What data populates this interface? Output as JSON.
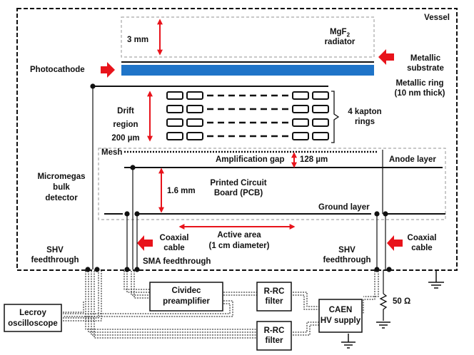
{
  "labels": {
    "vessel": "Vessel",
    "radiator_gap": "3 mm",
    "radiator_l1": "MgF",
    "radiator_sub": "2",
    "radiator_l2": "radiator",
    "photocathode": "Photocathode",
    "substrate_l1": "Metallic",
    "substrate_l2": "substrate",
    "ring_l1": "Metallic ring",
    "ring_l2": "(10 nm thick)",
    "drift_l1": "Drift",
    "drift_l2": "region",
    "drift_l3": "200 µm",
    "kapton_l1": "4 kapton",
    "kapton_l2": "rings",
    "mesh": "Mesh",
    "amp_gap": "Amplification gap",
    "amp_size": "128 µm",
    "anode": "Anode layer",
    "micromegas_l1": "Micromegas",
    "micromegas_l2": "bulk",
    "micromegas_l3": "detector",
    "pcb_gap": "1.6 mm",
    "pcb_l1": "Printed Circuit",
    "pcb_l2": "Board (PCB)",
    "ground": "Ground layer",
    "coax_left_l1": "Coaxial",
    "coax_left_l2": "cable",
    "active_l1": "Active area",
    "active_l2": "(1 cm diameter)",
    "coax_right_l1": "Coaxial",
    "coax_right_l2": "cable",
    "shv_left_l1": "SHV",
    "shv_left_l2": "feedthrough",
    "sma": "SMA feedthrough",
    "shv_right_l1": "SHV",
    "shv_right_l2": "feedthrough",
    "cividec_l1": "Cividec",
    "cividec_l2": "preamplifier",
    "rrc_top_l1": "R-RC",
    "rrc_top_l2": "filter",
    "rrc_bot_l1": "R-RC",
    "rrc_bot_l2": "filter",
    "lecroy_l1": "Lecroy",
    "lecroy_l2": "oscilloscope",
    "caen_l1": "CAEN",
    "caen_l2": "HV supply",
    "resistor": "50 Ω"
  },
  "colors": {
    "substrate": "#1f74c8",
    "arrow": "#e8131b",
    "dashed_box": "#a6a6a6",
    "line": "#111111"
  }
}
